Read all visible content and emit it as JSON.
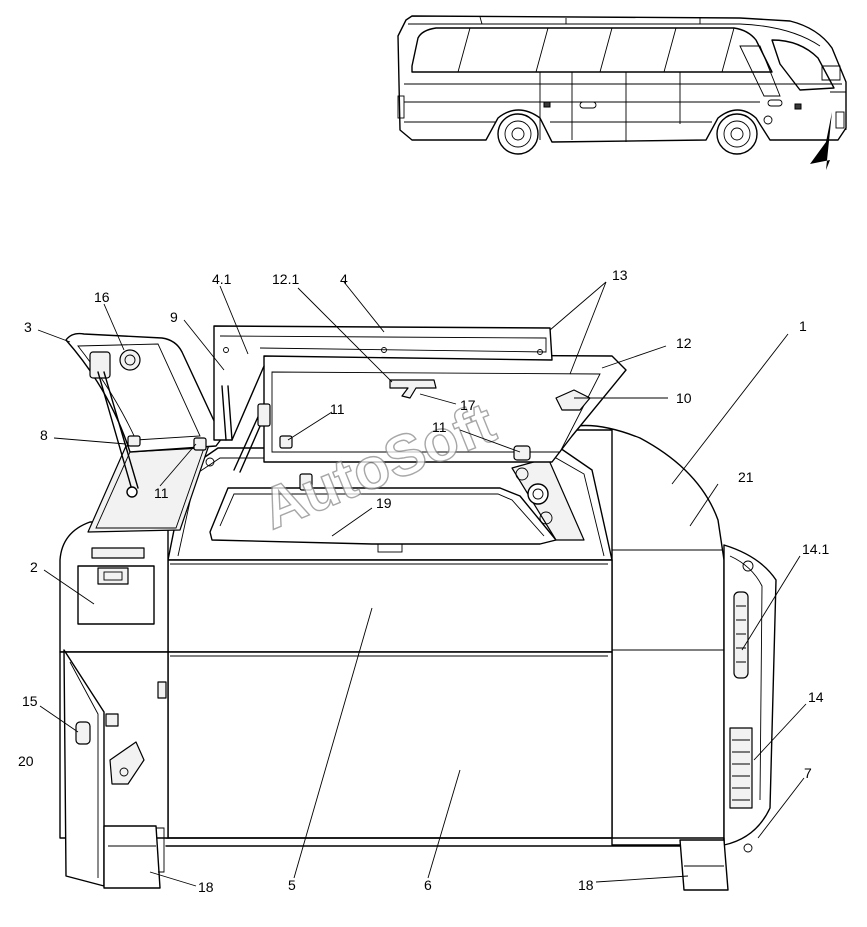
{
  "diagram": {
    "watermark": "AutoSoft",
    "callouts": [
      {
        "id": "c1",
        "label": "1"
      },
      {
        "id": "c2",
        "label": "2"
      },
      {
        "id": "c3",
        "label": "3"
      },
      {
        "id": "c4",
        "label": "4"
      },
      {
        "id": "c4_1",
        "label": "4.1"
      },
      {
        "id": "c5",
        "label": "5"
      },
      {
        "id": "c6",
        "label": "6"
      },
      {
        "id": "c7",
        "label": "7"
      },
      {
        "id": "c8",
        "label": "8"
      },
      {
        "id": "c9",
        "label": "9"
      },
      {
        "id": "c10",
        "label": "10"
      },
      {
        "id": "c11a",
        "label": "11"
      },
      {
        "id": "c11b",
        "label": "11"
      },
      {
        "id": "c11c",
        "label": "11"
      },
      {
        "id": "c12",
        "label": "12"
      },
      {
        "id": "c12_1",
        "label": "12.1"
      },
      {
        "id": "c13",
        "label": "13"
      },
      {
        "id": "c14",
        "label": "14"
      },
      {
        "id": "c14_1",
        "label": "14.1"
      },
      {
        "id": "c15",
        "label": "15"
      },
      {
        "id": "c16",
        "label": "16"
      },
      {
        "id": "c17",
        "label": "17"
      },
      {
        "id": "c18a",
        "label": "18"
      },
      {
        "id": "c18b",
        "label": "18"
      },
      {
        "id": "c19",
        "label": "19"
      },
      {
        "id": "c20",
        "label": "20"
      },
      {
        "id": "c21",
        "label": "21"
      }
    ]
  }
}
